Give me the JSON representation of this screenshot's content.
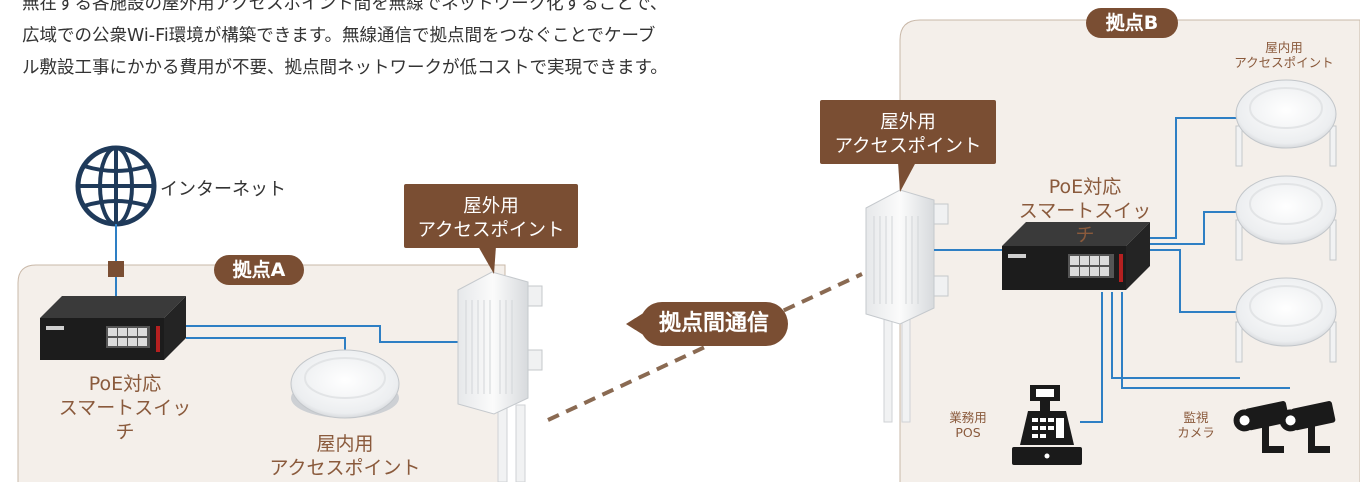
{
  "intro": {
    "line1": "無在する各施設の屋外用アクセスポイント間を無線でネットワーク化することで、",
    "line2": "広域での公衆Wi-Fi環境が構築できます。無線通信で拠点間をつなぐことでケーブ",
    "line3": "ル敷設工事にかかる費用が不要、拠点間ネットワークが低コストで実現できます。"
  },
  "internet_label": "インターネット",
  "site_a": {
    "badge": "拠点A",
    "switch_label": "PoE対応\nスマートスイッチ",
    "indoor_ap_label": "屋内用\nアクセスポイント",
    "outdoor_ap_callout": "屋外用\nアクセスポイント"
  },
  "link_label": "拠点間通信",
  "site_b": {
    "badge": "拠点B",
    "outdoor_ap_callout": "屋外用\nアクセスポイント",
    "switch_label": "PoE対応\nスマートスイッチ",
    "indoor_ap_label": "屋内用\nアクセスポイント",
    "pos_label": "業務用\nPOS",
    "camera_label": "監視\nカメラ"
  },
  "colors": {
    "brown": "#7a4e33",
    "site_bg": "#f4efea",
    "cable_blue": "#2e7fc4",
    "text_brown": "#8a5a3c"
  }
}
